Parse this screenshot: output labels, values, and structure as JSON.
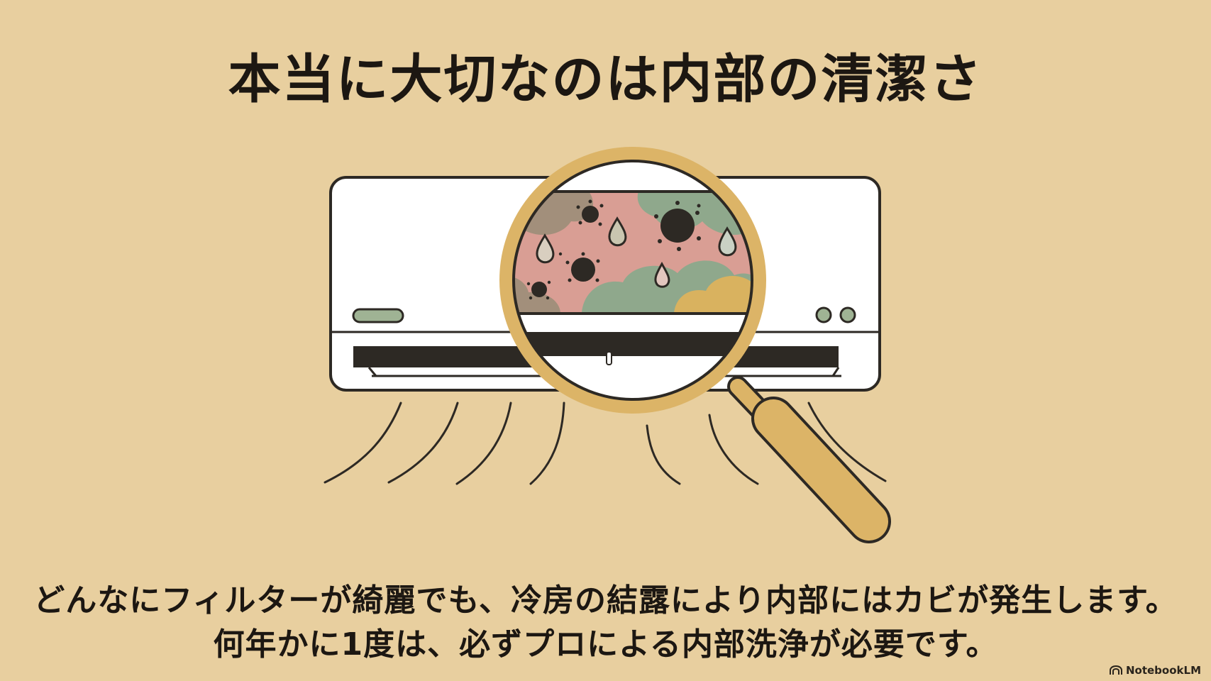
{
  "title": "本当に大切なのは内部の清潔さ",
  "caption": {
    "line1": "どんなにフィルターが綺麗でも、冷房の結露により内部にはカビが発生します。",
    "line2": "何年かに1度は、必ずプロによる内部洗浄が必要です。"
  },
  "brand": {
    "label": "NotebookLM",
    "icon": "notebooklm-logo-icon"
  },
  "colors": {
    "background": "#e8cf9f",
    "lens_ring": "#dcb467",
    "outline": "#2d2924",
    "unit_body": "#ffffff",
    "mold_pink": "#d99e94",
    "mold_green": "#8fa88c",
    "mold_brown": "#a28f7b",
    "mold_yellow": "#d9b25f",
    "indicator_green": "#9fb394"
  }
}
